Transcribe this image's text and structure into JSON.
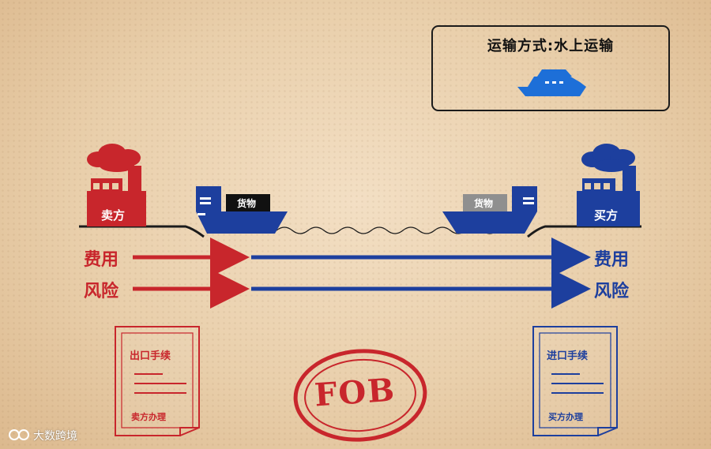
{
  "transport_box": {
    "title": "运输方式:水上运输",
    "icon": "yacht-icon"
  },
  "seller": {
    "label": "卖方",
    "color": "#c8262c"
  },
  "buyer": {
    "label": "买方",
    "color": "#1d3f9e"
  },
  "cargo": {
    "left": "货物",
    "right": "货物"
  },
  "rows": {
    "cost": {
      "left": "费用",
      "right": "费用"
    },
    "risk": {
      "left": "风险",
      "right": "风险"
    }
  },
  "documents": {
    "export": {
      "title": "出口手续",
      "footer": "卖方办理"
    },
    "import": {
      "title": "进口手续",
      "footer": "买方办理"
    }
  },
  "stamp": {
    "text": "FOB"
  },
  "watermark": {
    "text": "大数跨境"
  },
  "colors": {
    "red": "#c8262c",
    "blue": "#1d3f9e",
    "dark": "#1b1b1b"
  }
}
